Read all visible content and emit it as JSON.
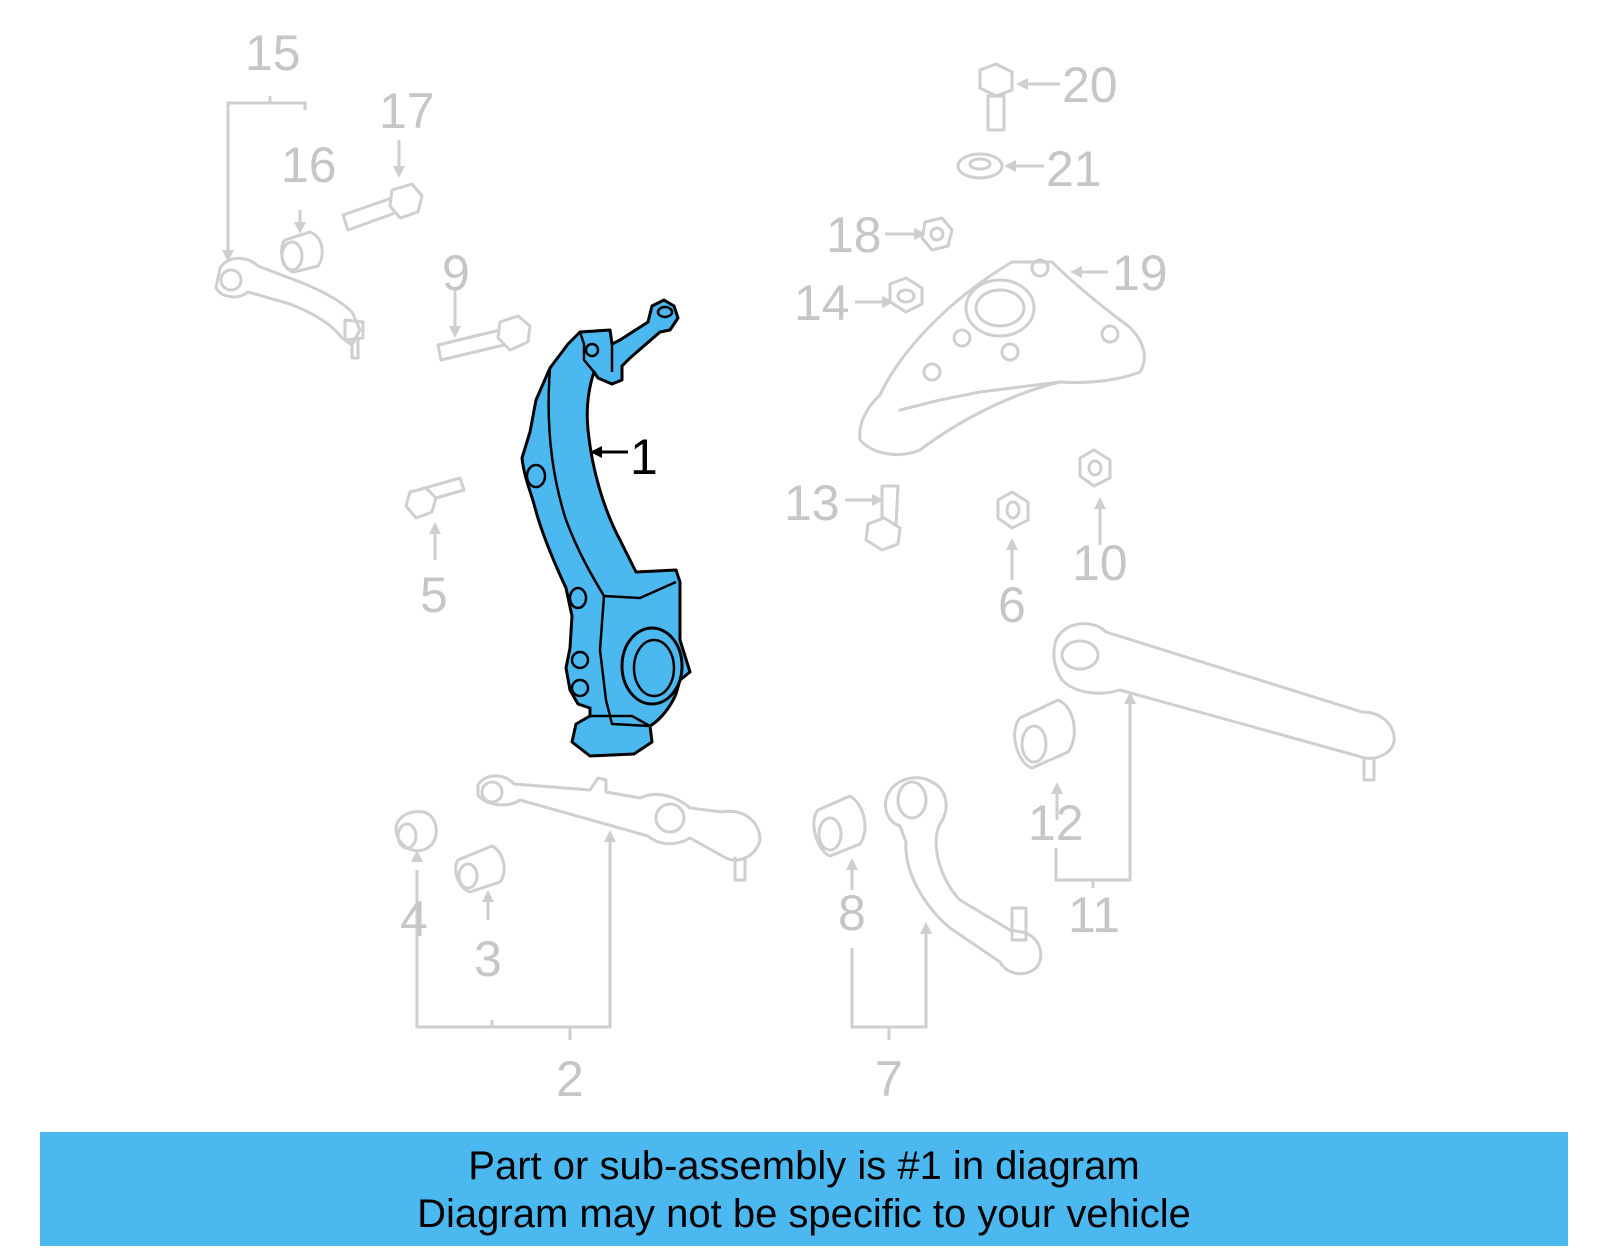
{
  "callouts": {
    "c1": "1",
    "c2": "2",
    "c3": "3",
    "c4": "4",
    "c5": "5",
    "c6": "6",
    "c7": "7",
    "c8": "8",
    "c9": "9",
    "c10": "10",
    "c11": "11",
    "c12": "12",
    "c13": "13",
    "c14": "14",
    "c15": "15",
    "c16": "16",
    "c17": "17",
    "c18": "18",
    "c19": "19",
    "c20": "20",
    "c21": "21"
  },
  "highlighted_part": "1",
  "colors": {
    "highlight": "#4cb8f0",
    "inactive": "#cfcfcf",
    "label_inactive": "#c6c6c6"
  },
  "banner": {
    "line1": "Part or sub-assembly is #1 in diagram",
    "line2": "Diagram may not be specific to your vehicle"
  }
}
